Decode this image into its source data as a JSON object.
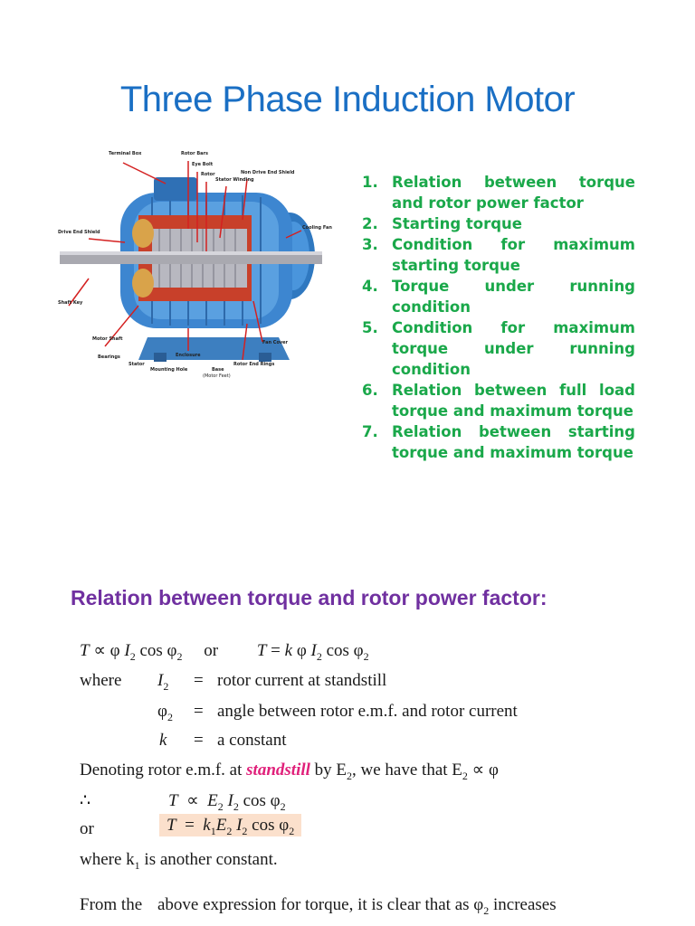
{
  "title": "Three Phase Induction Motor",
  "figure_labels": {
    "terminal_box": "Terminal Box",
    "rotor_bars": "Rotor Bars",
    "eye_bolt": "Eye Bolt",
    "rotor": "Rotor",
    "stator_winding": "Stator Winding",
    "non_drive_end_shield": "Non Drive End Shield",
    "drive_end_shield": "Drive End Shield",
    "cooling_fan": "Cooling Fan",
    "shaft_key": "Shaft Key",
    "motor_shaft": "Motor Shaft",
    "fan_cover": "Fan Cover",
    "bearings": "Bearings",
    "stator": "Stator",
    "mounting_hole": "Mounting Hole",
    "enclosure": "Enclosure",
    "base": "Base",
    "motor_feet": "(Motor Feet)",
    "rotor_end_rings": "Rotor End Rings"
  },
  "topics": [
    {
      "num": "1.",
      "text": "Relation between torque and rotor power factor"
    },
    {
      "num": "2.",
      "text": "Starting torque"
    },
    {
      "num": "3.",
      "text": "Condition for maximum starting torque"
    },
    {
      "num": "4.",
      "text": "Torque under running condition"
    },
    {
      "num": "5.",
      "text": "Condition for maximum torque under running condition"
    },
    {
      "num": "6.",
      "text": "Relation between full load torque and maximum torque"
    },
    {
      "num": "7.",
      "text": "Relation between starting torque and maximum torque"
    }
  ],
  "section_heading": "Relation between torque and rotor power factor:",
  "formula": {
    "or": "or",
    "where": "where",
    "eq": "=",
    "i2_def": "rotor current at standstill",
    "phi2_def": "angle between rotor e.m.f. and  rotor current",
    "k_def": "a constant",
    "denoting_pre": "Denoting rotor e.m.f. at ",
    "standstill": "standstill",
    "denoting_post": " by E",
    "denoting_tail": ", we have that E",
    "therefore": "∴",
    "where_k1": "where k",
    "another_constant": " is another constant.",
    "from_the": "From the",
    "last_line": "above expression for torque, it is clear that as φ",
    "increases": " increases"
  },
  "colors": {
    "title": "#1a6fc4",
    "topics": "#1aa84a",
    "heading": "#7030a0",
    "highlight": "#e0207a",
    "box": "#fbe0cc"
  }
}
